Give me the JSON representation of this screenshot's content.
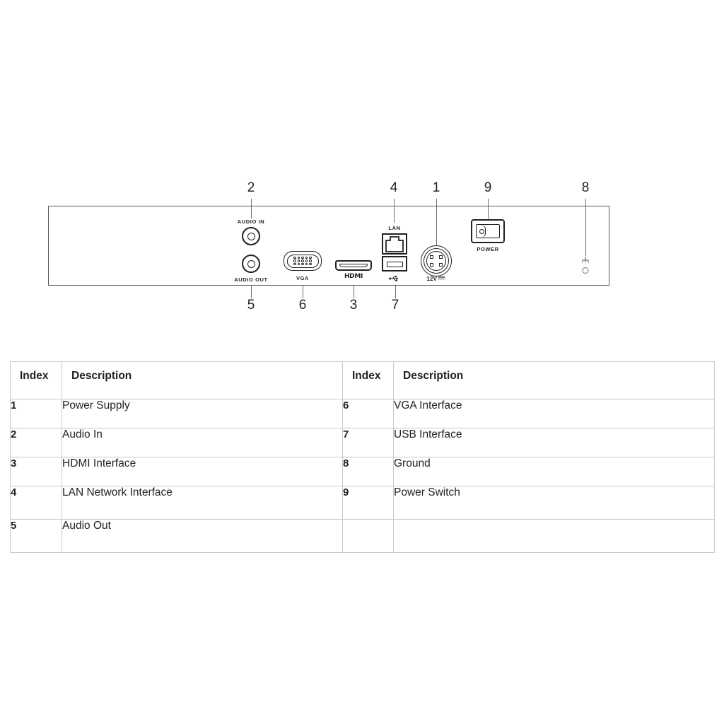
{
  "diagram": {
    "title": "DVR rear panel interface diagram",
    "device": "rear-panel",
    "callouts_top": [
      {
        "number": "2",
        "target": "audio-in"
      },
      {
        "number": "4",
        "target": "lan"
      },
      {
        "number": "1",
        "target": "power-supply"
      },
      {
        "number": "9",
        "target": "power-switch"
      },
      {
        "number": "8",
        "target": "ground"
      }
    ],
    "callouts_bottom": [
      {
        "number": "5",
        "target": "audio-out"
      },
      {
        "number": "6",
        "target": "vga"
      },
      {
        "number": "3",
        "target": "hdmi"
      },
      {
        "number": "7",
        "target": "usb"
      }
    ],
    "port_labels": {
      "audio_in": "AUDIO IN",
      "audio_out": "AUDIO OUT",
      "vga": "VGA",
      "hdmi": "HDMI",
      "lan": "LAN",
      "usb": "",
      "power_switch": "POWER",
      "dc_input": "12V"
    }
  },
  "table": {
    "headers": [
      "Index",
      "Description",
      "Index",
      "Description"
    ],
    "rows": [
      {
        "index_left": "1",
        "desc_left": "Power Supply",
        "index_right": "6",
        "desc_right": "VGA Interface"
      },
      {
        "index_left": "2",
        "desc_left": "Audio In",
        "index_right": "7",
        "desc_right": "USB Interface"
      },
      {
        "index_left": "3",
        "desc_left": "HDMI Interface",
        "index_right": "8",
        "desc_right": "Ground"
      },
      {
        "index_left": "4",
        "desc_left": "LAN Network Interface",
        "index_right": "9",
        "desc_right": "Power Switch"
      },
      {
        "index_left": "5",
        "desc_left": "Audio Out",
        "index_right": "",
        "desc_right": ""
      }
    ]
  },
  "colors": {
    "line": "#231f20",
    "leader": "#6d6e71",
    "chassis_border": "#58595b",
    "table_border": "#c9c9c9",
    "background": "#ffffff"
  }
}
